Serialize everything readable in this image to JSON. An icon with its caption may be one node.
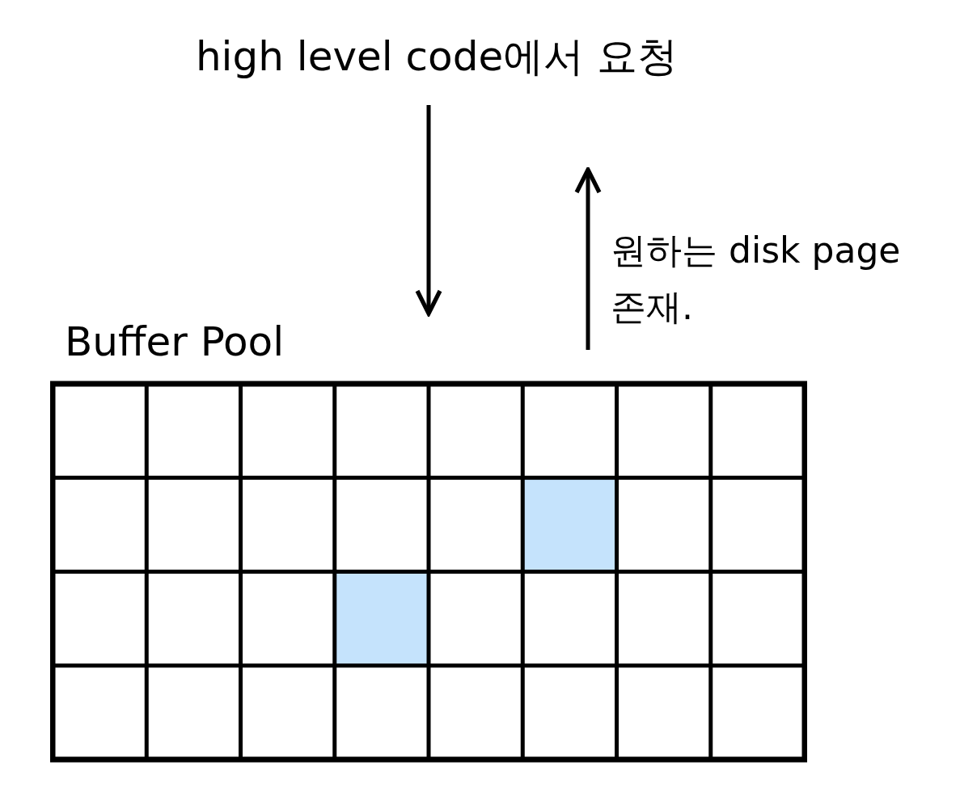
{
  "diagram": {
    "nodes": [
      {
        "text": [
          "high level code에서 요청"
        ]
      },
      {
        "text": [
          "Buffer Pool"
        ]
      }
    ],
    "edges": [
      {
        "from": 0,
        "to": 1,
        "arrow": "to"
      },
      {
        "from": 1,
        "to": null,
        "arrow": "to",
        "label": "원하는 disk page 존재."
      }
    ]
  }
}
